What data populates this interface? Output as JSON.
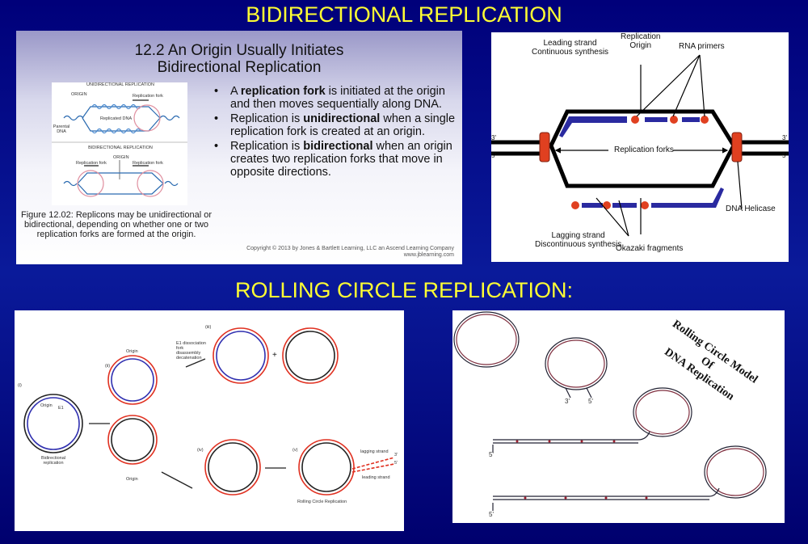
{
  "slide": {
    "title": "BIDIRECTIONAL REPLICATION",
    "subtitle": "ROLLING CIRCLE REPLICATION:"
  },
  "panel_textbook": {
    "heading_line1": "12.2  An Origin Usually Initiates",
    "heading_line2": "Bidirectional Replication",
    "figure_labels": {
      "unidirectional": "UNIDIRECTIONAL REPLICATION",
      "origin": "ORIGIN",
      "replication_fork": "Replication fork",
      "replicated_dna": "Replicated DNA",
      "parental_dna": "Parental DNA",
      "bidirectional": "BIDIRECTIONAL REPLICATION"
    },
    "bullets": [
      {
        "pre": "A ",
        "bold": "replication fork",
        "post": " is initiated at the origin and then moves sequentially along DNA."
      },
      {
        "pre": "Replication is ",
        "bold": "unidirectional",
        "post": " when a single replication fork is created at an origin."
      },
      {
        "pre": "Replication is ",
        "bold": "bidirectional",
        "post": " when an origin creates two replication forks that move in opposite directions."
      }
    ],
    "caption": "Figure 12.02: Replicons may be unidirectional or bidirectional, depending on whether one or two replication forks are formed at the origin.",
    "copyright_line1": "Copyright © 2013 by Jones & Bartlett Learning, LLC an Ascend Learning Company",
    "copyright_line2": "www.jblearning.com"
  },
  "panel_fork": {
    "leading_strand": "Leading strand",
    "continuous": "Continuous synthesis",
    "replication": "Replication",
    "origin": "Origin",
    "rna_primers": "RNA primers",
    "replication_forks": "Replication forks",
    "dna_helicase": "DNA Helicase",
    "lagging_strand": "Lagging strand",
    "discontinuous": "Discontinuous synthesis",
    "okazaki": "Okazaki fragments",
    "three_prime": "3'",
    "five_prime": "5'"
  },
  "panel_rolling": {
    "step_i": "(i)",
    "step_ii": "(ii)",
    "step_iii": "(iii)",
    "step_iv": "(iv)",
    "step_v": "(v)",
    "e1": "E1",
    "origin": "Origin",
    "bidirectional": "Bidirectional replication",
    "dissociation": "E1 dissociation fork disassembly decatenation",
    "plus": "+",
    "lagging": "lagging strand",
    "leading": "leading strand",
    "rolling": "Rolling Circle Replication",
    "three_prime": "3'",
    "five_prime": "5'"
  },
  "panel_model": {
    "title_line1": "Rolling Circle Model",
    "title_line2": "Of",
    "title_line3": "DNA Replication",
    "three_prime": "3'",
    "five_prime": "5'"
  },
  "colors": {
    "title": "#ffff33",
    "background": "#00007a",
    "red": "#e03020",
    "blue": "#2a2aa0"
  }
}
